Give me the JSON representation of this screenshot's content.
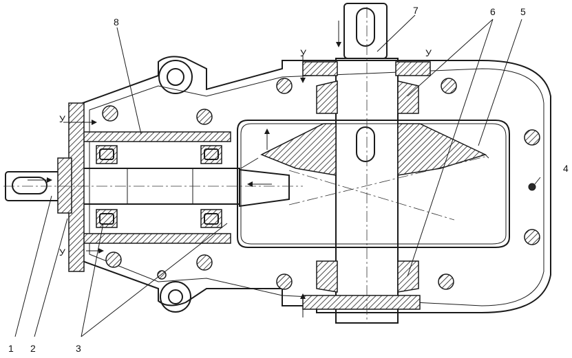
{
  "callouts": [
    {
      "id": "1",
      "text": "1"
    },
    {
      "id": "2",
      "text": "2"
    },
    {
      "id": "3",
      "text": "3"
    },
    {
      "id": "4",
      "text": "4"
    },
    {
      "id": "5",
      "text": "5"
    },
    {
      "id": "6",
      "text": "6"
    },
    {
      "id": "7",
      "text": "7"
    },
    {
      "id": "8",
      "text": "8"
    }
  ],
  "section_marks": [
    {
      "text": "У"
    },
    {
      "text": "У"
    },
    {
      "text": "У"
    },
    {
      "text": "У"
    }
  ]
}
